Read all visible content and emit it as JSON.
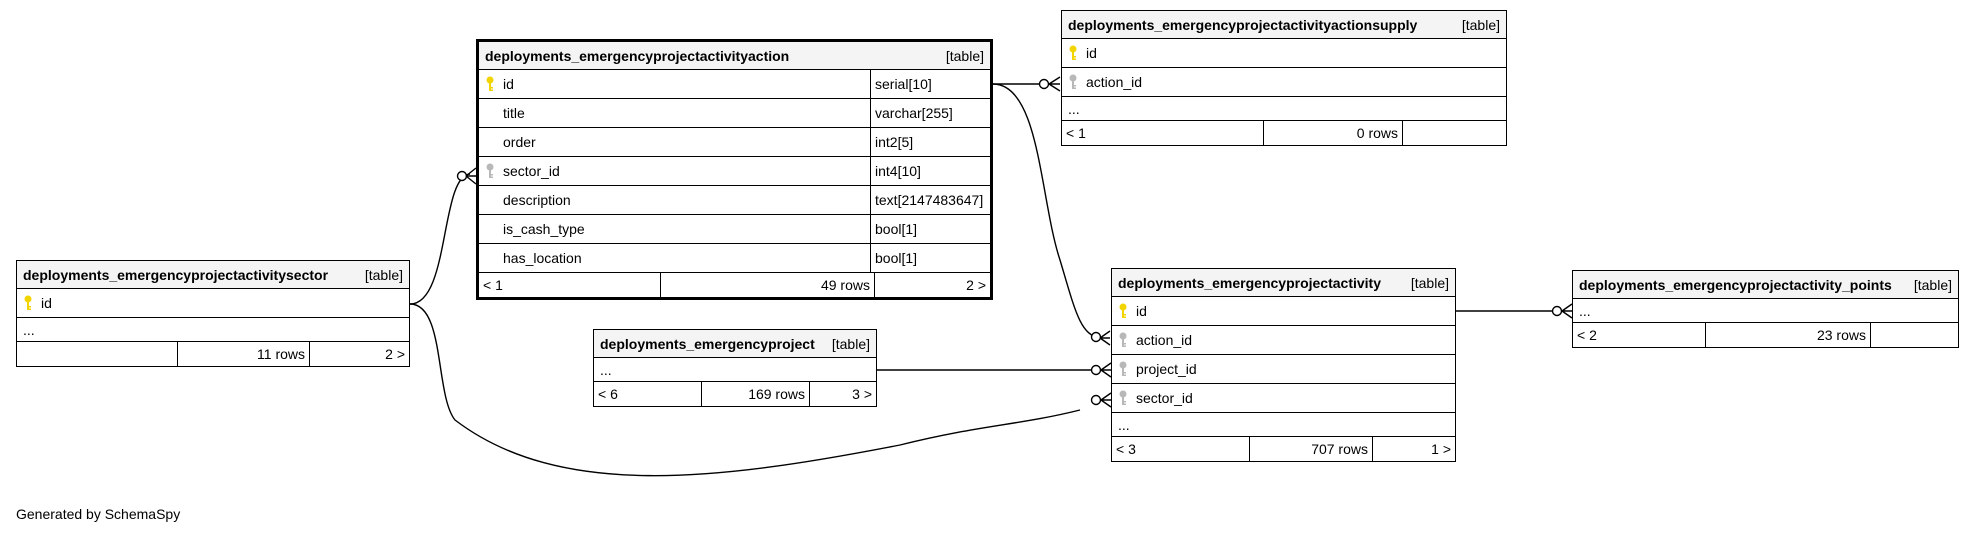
{
  "diagram_title": "",
  "footer_text": "Generated by SchemaSpy",
  "colors": {
    "primary_key": "#f2d400",
    "foreign_key": "#b8b8b8",
    "header_bg": "#f4f4f4"
  },
  "tables": {
    "action": {
      "name": "deployments_emergencyprojectactivityaction",
      "type": "[table]",
      "columns": [
        {
          "name": "id",
          "type": "serial[10]",
          "key": "primary"
        },
        {
          "name": "title",
          "type": "varchar[255]",
          "key": ""
        },
        {
          "name": "order",
          "type": "int2[5]",
          "key": ""
        },
        {
          "name": "sector_id",
          "type": "int4[10]",
          "key": "foreign"
        },
        {
          "name": "description",
          "type": "text[2147483647]",
          "key": ""
        },
        {
          "name": "is_cash_type",
          "type": "bool[1]",
          "key": ""
        },
        {
          "name": "has_location",
          "type": "bool[1]",
          "key": ""
        }
      ],
      "footer": {
        "parents": "< 1",
        "rows": "49 rows",
        "children": "2 >"
      }
    },
    "actionsupply": {
      "name": "deployments_emergencyprojectactivityactionsupply",
      "type": "[table]",
      "columns": [
        {
          "name": "id",
          "key": "primary"
        },
        {
          "name": "action_id",
          "key": "foreign"
        }
      ],
      "ellipsis": "...",
      "footer": {
        "parents": "< 1",
        "rows": "0 rows",
        "children": ""
      }
    },
    "sector": {
      "name": "deployments_emergencyprojectactivitysector",
      "type": "[table]",
      "columns": [
        {
          "name": "id",
          "key": "primary"
        }
      ],
      "ellipsis": "...",
      "footer": {
        "parents": "",
        "rows": "11 rows",
        "children": "2 >"
      }
    },
    "project": {
      "name": "deployments_emergencyproject",
      "type": "[table]",
      "ellipsis": "...",
      "footer": {
        "parents": "< 6",
        "rows": "169 rows",
        "children": "3 >"
      }
    },
    "activity": {
      "name": "deployments_emergencyprojectactivity",
      "type": "[table]",
      "columns": [
        {
          "name": "id",
          "key": "primary"
        },
        {
          "name": "action_id",
          "key": "foreign"
        },
        {
          "name": "project_id",
          "key": "foreign"
        },
        {
          "name": "sector_id",
          "key": "foreign"
        }
      ],
      "ellipsis": "...",
      "footer": {
        "parents": "< 3",
        "rows": "707 rows",
        "children": "1 >"
      }
    },
    "points": {
      "name": "deployments_emergencyprojectactivity_points",
      "type": "[table]",
      "ellipsis": "...",
      "footer": {
        "parents": "< 2",
        "rows": "23 rows",
        "children": ""
      }
    }
  }
}
